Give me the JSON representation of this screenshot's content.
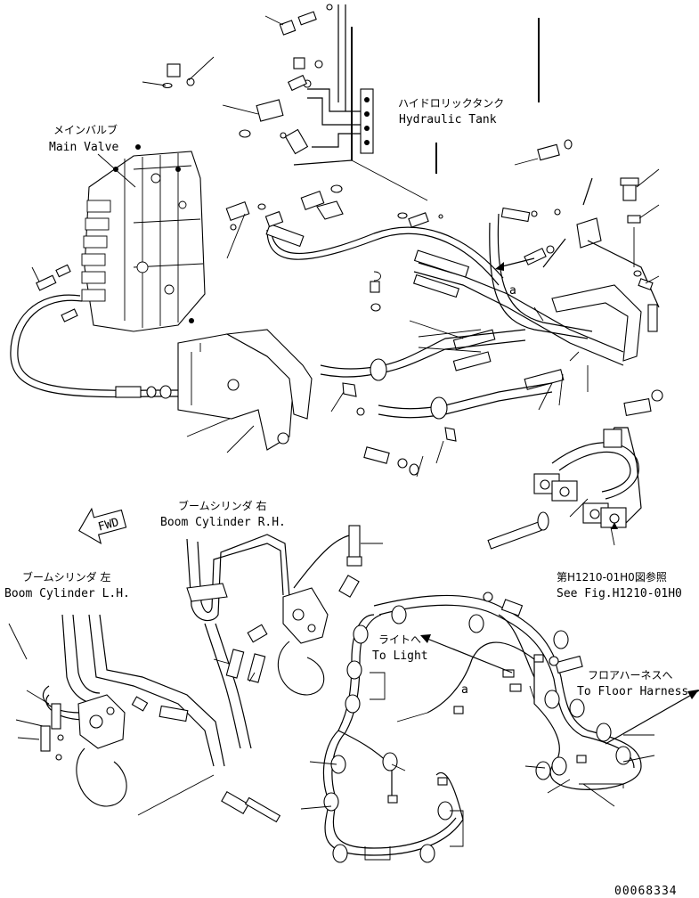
{
  "labels": {
    "main_valve_jp": "メインバルブ",
    "main_valve_en": "Main Valve",
    "hydraulic_tank_jp": "ハイドロリックタンク",
    "hydraulic_tank_en": "Hydraulic Tank",
    "boom_cyl_rh_jp": "ブームシリンダ 右",
    "boom_cyl_rh_en": "Boom Cylinder R.H.",
    "boom_cyl_lh_jp": "ブームシリンダ 左",
    "boom_cyl_lh_en": "Boom Cylinder L.H.",
    "fwd": "FWD",
    "see_fig_jp": "第H1210-01H0図参照",
    "see_fig_en": "See Fig.H1210-01H0",
    "to_light_jp": "ライトへ",
    "to_light_en": "To Light",
    "to_floor_jp": "フロアハーネスへ",
    "to_floor_en": "To Floor Harness",
    "ref_a_upper": "a",
    "ref_a_lower": "a",
    "drawing_number": "00068334"
  }
}
